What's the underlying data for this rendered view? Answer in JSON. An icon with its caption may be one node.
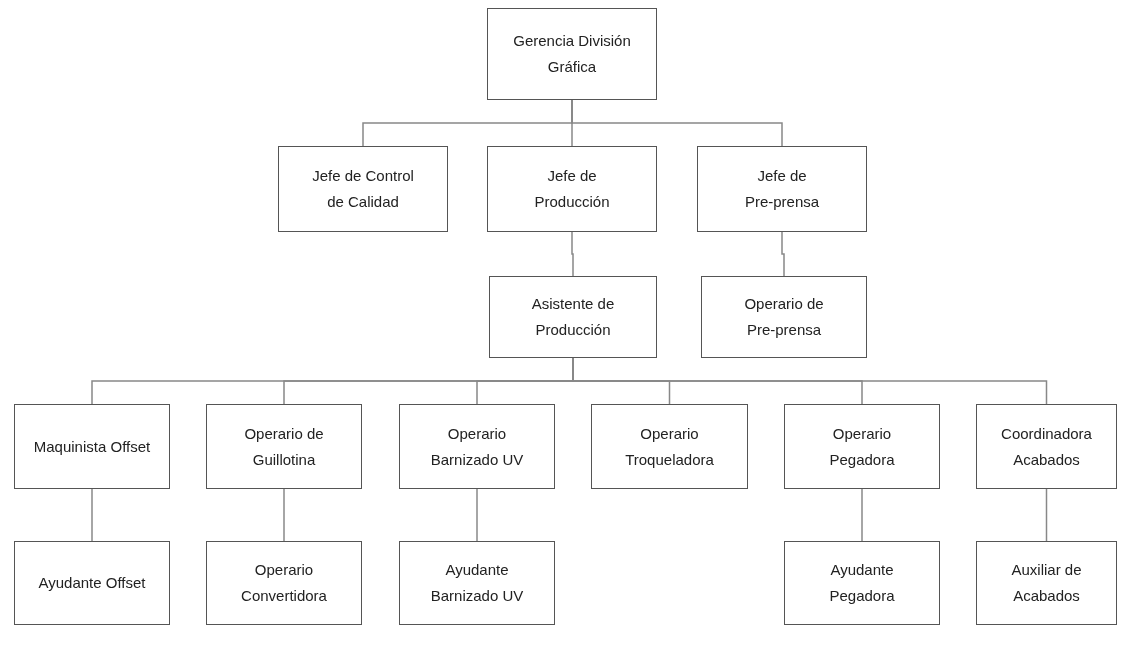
{
  "diagram": {
    "nodes": [
      {
        "text": [
          "Gerencia División Gráfica"
        ]
      },
      {
        "text": [
          "Jefe de Control de Calidad"
        ]
      },
      {
        "text": [
          "Jefe de Producción"
        ]
      },
      {
        "text": [
          "Jefe de Pre-prensa"
        ]
      },
      {
        "text": [
          "Asistente de Producción"
        ]
      },
      {
        "text": [
          "Operario de Pre-prensa"
        ]
      },
      {
        "text": [
          "Maquinista Offset"
        ]
      },
      {
        "text": [
          "Operario de Guillotina"
        ]
      },
      {
        "text": [
          "Operario Barnizado UV"
        ]
      },
      {
        "text": [
          "Operario Troqueladora"
        ]
      },
      {
        "text": [
          "Operario Pegadora"
        ]
      },
      {
        "text": [
          "Coordinadora Acabados"
        ]
      },
      {
        "text": [
          "Ayudante Offset"
        ]
      },
      {
        "text": [
          "Operario Convertidora"
        ]
      },
      {
        "text": [
          "Ayudante Barnizado UV"
        ]
      },
      {
        "text": [
          "Ayudante Pegadora"
        ]
      },
      {
        "text": [
          "Auxiliar de Acabados"
        ]
      }
    ],
    "edges": [
      {
        "from": 0,
        "to": 1,
        "arrow": "none"
      },
      {
        "from": 0,
        "to": 2,
        "arrow": "none"
      },
      {
        "from": 0,
        "to": 3,
        "arrow": "none"
      },
      {
        "from": 2,
        "to": 4,
        "arrow": "none"
      },
      {
        "from": 3,
        "to": 5,
        "arrow": "none"
      },
      {
        "from": 4,
        "to": 6,
        "arrow": "none"
      },
      {
        "from": 4,
        "to": 7,
        "arrow": "none"
      },
      {
        "from": 4,
        "to": 8,
        "arrow": "none"
      },
      {
        "from": 4,
        "to": 9,
        "arrow": "none"
      },
      {
        "from": 4,
        "to": 10,
        "arrow": "none"
      },
      {
        "from": 4,
        "to": 11,
        "arrow": "none"
      },
      {
        "from": 6,
        "to": 12,
        "arrow": "none"
      },
      {
        "from": 7,
        "to": 13,
        "arrow": "none"
      },
      {
        "from": 8,
        "to": 14,
        "arrow": "none"
      },
      {
        "from": 10,
        "to": 15,
        "arrow": "none"
      },
      {
        "from": 11,
        "to": 16,
        "arrow": "none"
      }
    ]
  }
}
